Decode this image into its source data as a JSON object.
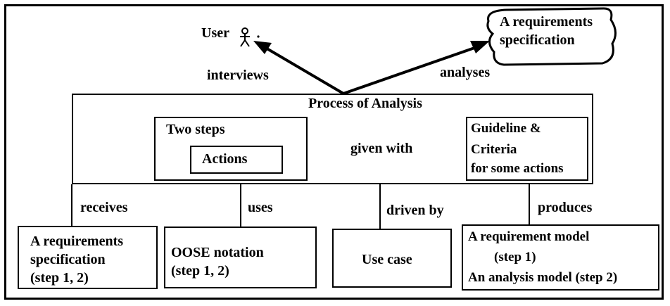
{
  "diagram": {
    "user": {
      "label": "User",
      "icon": "actor-icon"
    },
    "spec_cloud": {
      "line1": "A requirements",
      "line2": "specification"
    },
    "edges": {
      "interviews": "interviews",
      "analyses": "analyses",
      "given_with": "given with",
      "receives": "receives",
      "uses": "uses",
      "driven_by": "driven by",
      "produces": "produces"
    },
    "process": {
      "title": "Process of Analysis",
      "two_steps": "Two steps",
      "actions": "Actions",
      "guideline": {
        "line1": "Guideline &",
        "line2": "Criteria",
        "line3": "for some actions"
      }
    },
    "bottom": {
      "req_spec": {
        "line1": "A requirements",
        "line2": "specification",
        "line3": "(step 1, 2)"
      },
      "oose": {
        "line1": "OOSE notation",
        "line2": "(step 1, 2)"
      },
      "use_case": "Use case",
      "models": {
        "line1": "A requirement model",
        "line2": "(step 1)",
        "line3": "An analysis model (step 2)"
      }
    }
  }
}
